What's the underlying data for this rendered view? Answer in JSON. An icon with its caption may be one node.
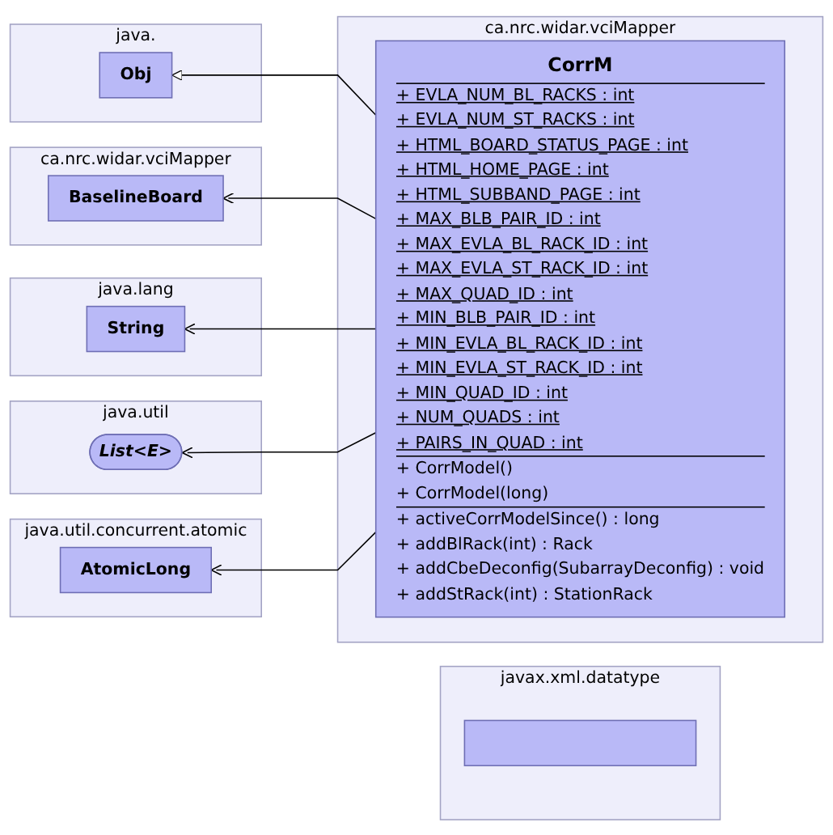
{
  "diagram": {
    "nodes": [
      {
        "text": [
          "java."
        ]
      },
      {
        "text": [
          "Obj"
        ],
        "in": 0
      },
      {
        "text": [
          "ca.nrc.widar.vciMapper"
        ]
      },
      {
        "text": [
          "BaselineBoard"
        ],
        "in": 2
      },
      {
        "text": [
          "ca.nrc.widar.vciMapper"
        ]
      },
      {
        "text": [
          "CorrM",
          "+ EVLA_NUM_BL_RACKS : int",
          "+ EVLA_NUM_ST_RACKS : int",
          "+ HTML_BOARD_STATUS_PAGE : int",
          "+ HTML_HOME_PAGE : int",
          "+ HTML_SUBBAND_PAGE : int",
          "+ MAX_BLB_PAIR_ID : int",
          "+ MAX_EVLA_BL_RACK_ID : int",
          "+ MAX_EVLA_ST_RACK_ID : int",
          "+ MAX_QUAD_ID : int",
          "+ MIN_BLB_PAIR_ID : int",
          "+ MIN_EVLA_BL_RACK_ID : int",
          "+ MIN_EVLA_ST_RACK_ID : int",
          "+ MIN_QUAD_ID : int",
          "+ NUM_QUADS : int",
          "+ PAIRS_IN_QUAD : int",
          "+ CorrModel()",
          "+ CorrModel(long)",
          "+ activeCorrModelSince() : long",
          "+ addBlRack(int) : Rack",
          "+ addCbeDeconfig(SubarrayDeconfig) : void",
          "+ addStRack(int) : StationRack"
        ],
        "in": 4
      },
      {
        "text": [
          "java.lang"
        ]
      },
      {
        "text": [
          "String"
        ],
        "in": 6
      },
      {
        "text": [
          "java.util"
        ]
      },
      {
        "text": [
          "List<E>"
        ],
        "in": 8
      },
      {
        "text": [
          "java.util.concurrent.atomic"
        ]
      },
      {
        "text": [
          "AtomicLong"
        ],
        "in": 10
      },
      {
        "text": [
          "javax.xml.datatype"
        ]
      },
      {
        "text": [],
        "shape": "box",
        "in": 12
      }
    ],
    "edges": [
      {
        "from": 5,
        "to": 1,
        "arrow": "to"
      },
      {
        "from": 5,
        "to": 3,
        "arrow": "to"
      },
      {
        "from": 5,
        "to": 7,
        "arrow": "to"
      },
      {
        "from": 5,
        "to": 9,
        "arrow": "to"
      },
      {
        "from": 5,
        "to": 11,
        "arrow": "to"
      }
    ]
  }
}
